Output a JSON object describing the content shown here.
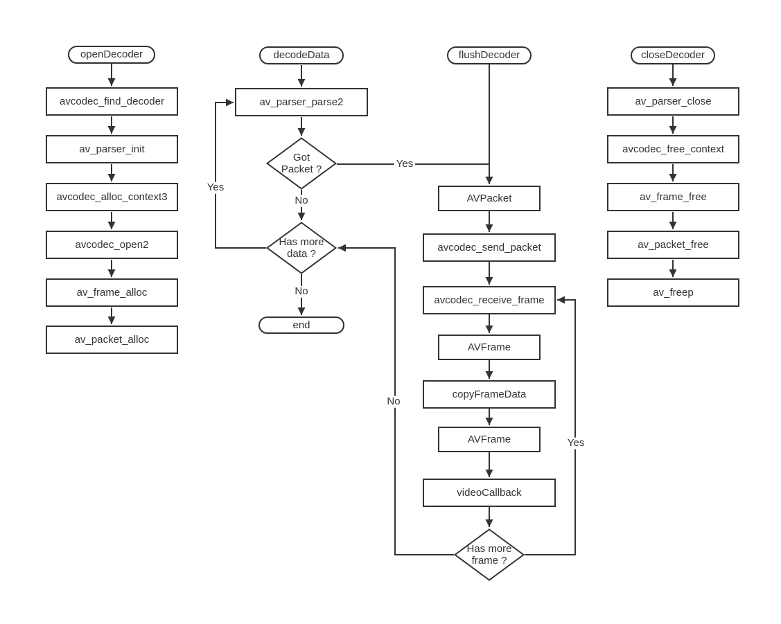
{
  "colors": {
    "background": "#ffffff",
    "line": "#333333",
    "text": "#333333",
    "node_fill": "#ffffff",
    "node_border": "#333333"
  },
  "labels": {
    "yes": "Yes",
    "no": "No"
  },
  "columns": {
    "open_decoder": {
      "start": "openDecoder",
      "steps": [
        "avcodec_find_decoder",
        "av_parser_init",
        "avcodec_alloc_context3",
        "avcodec_open2",
        "av_frame_alloc",
        "av_packet_alloc"
      ]
    },
    "decode_data": {
      "start": "decodeData",
      "process": "av_parser_parse2",
      "decision_got_packet": "Got Packet ?",
      "decision_has_more_data": "Has more data ?",
      "end": "end"
    },
    "flush_decoder": {
      "start": "flushDecoder",
      "steps": [
        "AVPacket",
        "avcodec_send_packet",
        "avcodec_receive_frame",
        "AVFrame",
        "copyFrameData",
        "AVFrame",
        "videoCallback"
      ],
      "decision_has_more_frame": "Has more frame ?"
    },
    "close_decoder": {
      "start": "closeDecoder",
      "steps": [
        "av_parser_close",
        "avcodec_free_context",
        "av_frame_free",
        "av_packet_free",
        "av_freep"
      ]
    }
  },
  "edges": [
    {
      "from": "Got Packet ?",
      "to": "AVPacket",
      "label": "Yes"
    },
    {
      "from": "Got Packet ?",
      "to": "Has more data ?",
      "label": "No"
    },
    {
      "from": "Has more data ?",
      "to": "av_parser_parse2",
      "label": "Yes"
    },
    {
      "from": "Has more data ?",
      "to": "end",
      "label": "No"
    },
    {
      "from": "Has more frame ?",
      "to": "avcodec_receive_frame",
      "label": "Yes"
    },
    {
      "from": "Has more frame ?",
      "to": "Has more data ?",
      "label": "No"
    }
  ]
}
